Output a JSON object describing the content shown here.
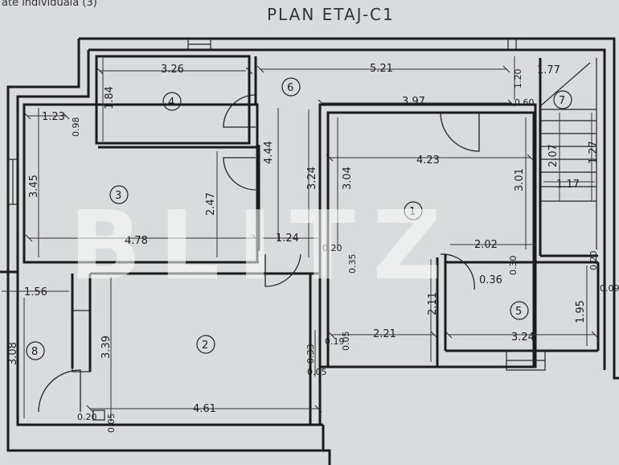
{
  "header_fragment": "ate individuala (3)",
  "title": "PLAN ETAJ-C1",
  "watermark": "BLITZ",
  "rooms": [
    "1",
    "2",
    "3",
    "4",
    "5",
    "6",
    "7",
    "8"
  ],
  "dimensions": {
    "d326": "3.26",
    "d184": "1.84",
    "d521": "5.21",
    "d120": "1.20",
    "d177": "1.77",
    "d397": "3.97",
    "d060": "0.60",
    "d123": "1.23",
    "d098": "0.98",
    "d345": "3.45",
    "d423": "4.23",
    "d444": "4.44",
    "d324": "3.24",
    "d304": "3.04",
    "d247": "2.47",
    "d207": "2.07",
    "d127": "1.27",
    "d117": "1.17",
    "d301": "3.01",
    "d478": "4.78",
    "d124": "1.24",
    "d020": "0.20",
    "d035": "0.35",
    "d202": "2.02",
    "d030": "0.30",
    "d036": "0.36",
    "d020b": "0.20",
    "d009": "0.09",
    "d156": "1.56",
    "d211": "2.11",
    "d195": "1.95",
    "d308": "3.08",
    "d339": "3.39",
    "d019": "0.19",
    "d005": "0.05",
    "d221": "2.21",
    "d324b": "3.24",
    "d033": "0.33",
    "d005b": "0.05",
    "d461": "4.61",
    "d020c": "0.20",
    "d005c": "0.05"
  }
}
